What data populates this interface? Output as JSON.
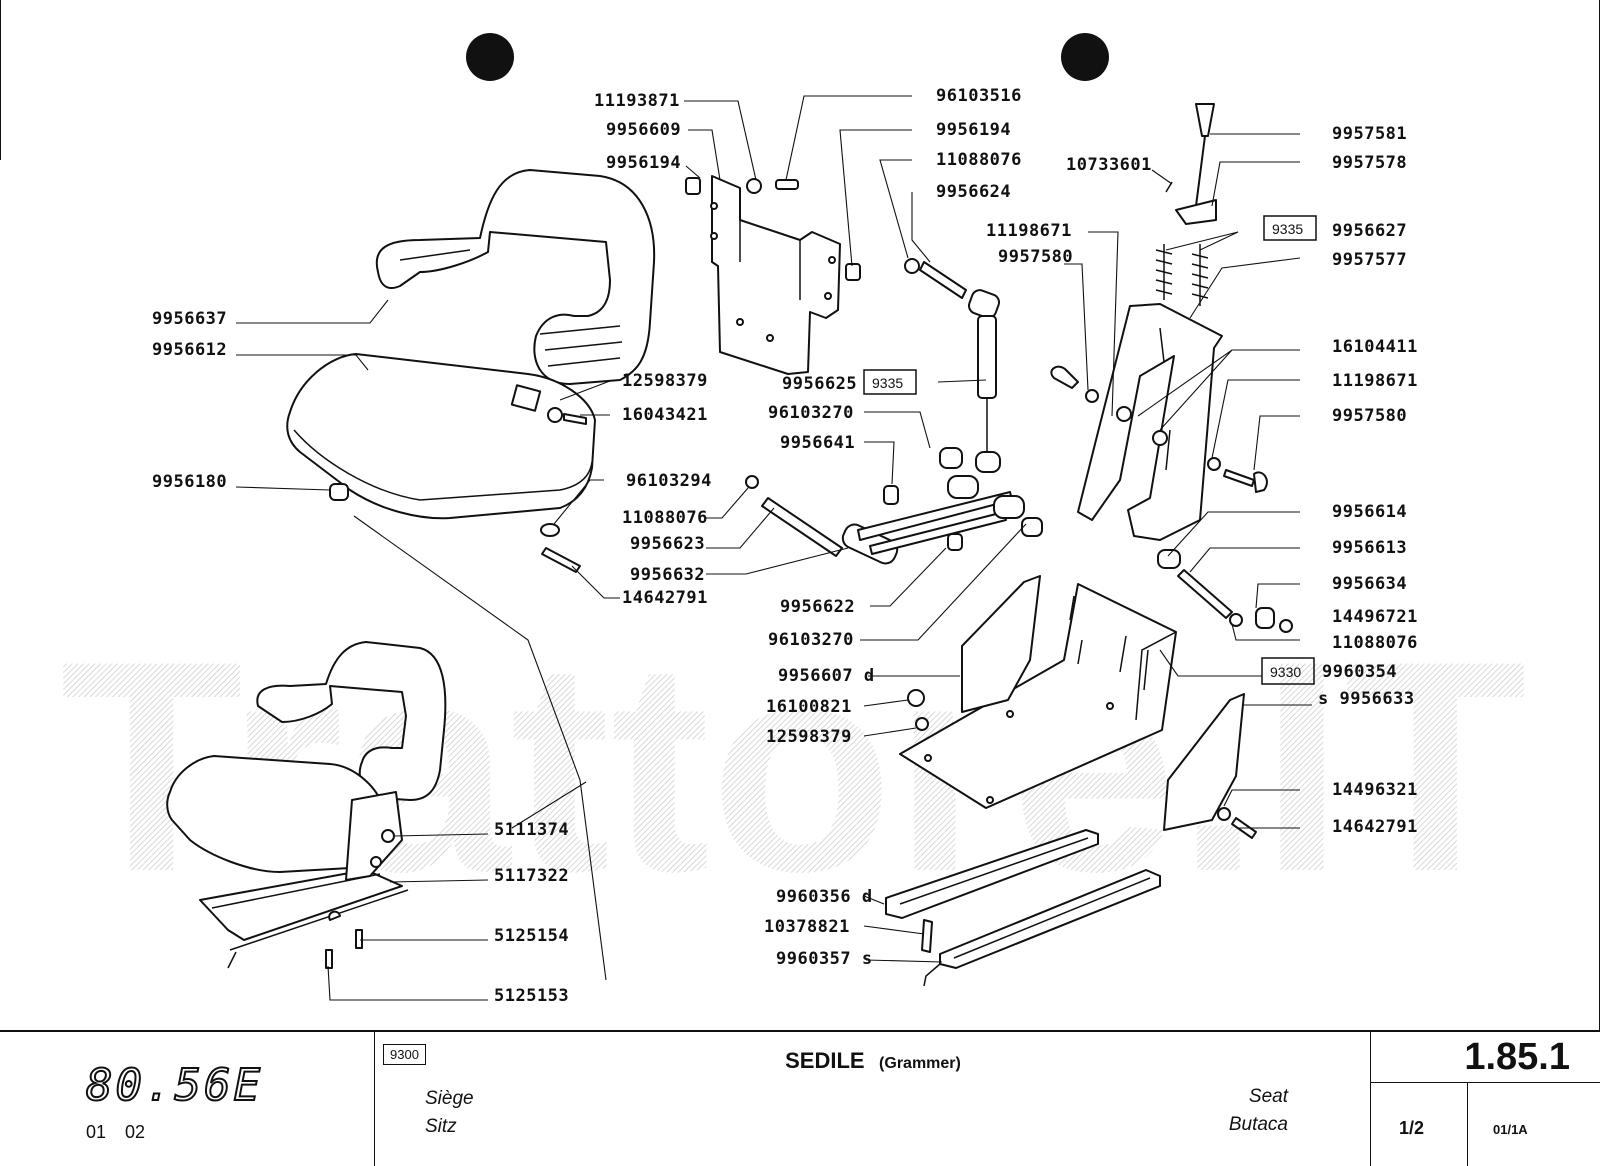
{
  "watermark": "Trattore.IT",
  "labels": [
    "11193871",
    "96103516",
    "9956609",
    "9956194",
    "9956194",
    "11088076",
    "9956624",
    "9957581",
    "10733601",
    "9957578",
    "9956627",
    "9957577",
    "11198671",
    "9957580",
    "9956637",
    "9956612",
    "12598379",
    "16043421",
    "9956625",
    "96103270",
    "9956641",
    "16104411",
    "11198671",
    "9957580",
    "9956180",
    "96103294",
    "11088076",
    "9956623",
    "9956632",
    "14642791",
    "9956622",
    "96103270",
    "9956614",
    "9956613",
    "9956634",
    "14496721",
    "11088076",
    "9956607 d",
    "16100821",
    "12598379",
    "9960354",
    "s 9956633",
    "5111374",
    "5117322",
    "5125154",
    "5125153",
    "14496321",
    "14642791",
    "9960356 d",
    "10378821",
    "9960357 s"
  ],
  "boxed_labels": [
    "9335",
    "9335",
    "9330"
  ],
  "title_block": {
    "model": "80.56E",
    "model_sub": "01 02",
    "group_code": "9300",
    "title": "SEDILE",
    "subtitle": "(Grammer)",
    "lang_fr": "Siège",
    "lang_de": "Sitz",
    "lang_en": "Seat",
    "lang_es": "Butaca",
    "ref_number": "1.85.1",
    "page": "1/2",
    "revision": "01/1A"
  }
}
